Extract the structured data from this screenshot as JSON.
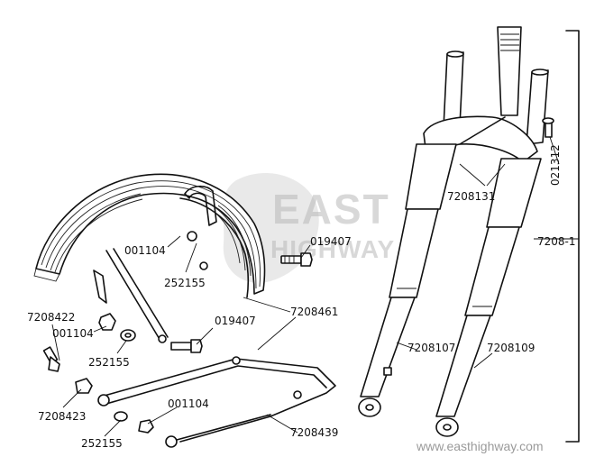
{
  "labels": {
    "p_021312": "021312",
    "p_7208131": "7208131",
    "p_7208_1": "7208-1",
    "p_001104_a": "001104",
    "p_019407_a": "019407",
    "p_252155_a": "252155",
    "p_7208461": "7208461",
    "p_7208422": "7208422",
    "p_001104_b": "001104",
    "p_252155_b": "252155",
    "p_019407_b": "019407",
    "p_7208423": "7208423",
    "p_7208107": "7208107",
    "p_7208109": "7208109",
    "p_001104_c": "001104",
    "p_252155_c": "252155",
    "p_7208439": "7208439"
  },
  "watermark": {
    "line1": "EAST",
    "line2": "HIGHWAY",
    "website": "www.easthighway.com"
  },
  "colors": {
    "ink": "#111111",
    "watermark": "#b9b9b9",
    "website": "#9a9a9a"
  }
}
